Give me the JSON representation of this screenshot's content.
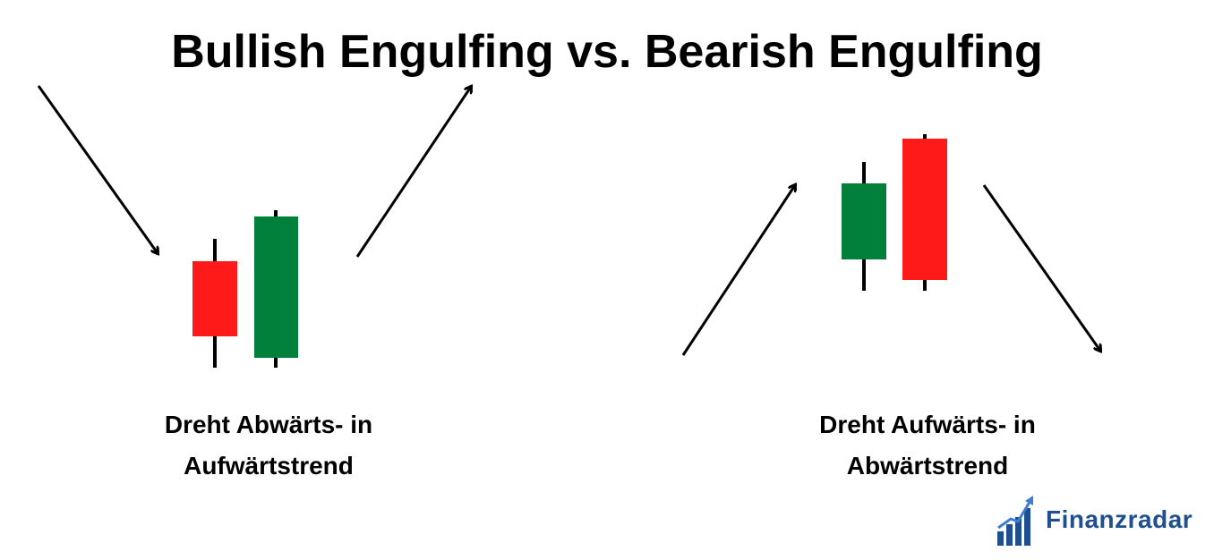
{
  "title": "Bullish Engulfing vs. Bearish Engulfing",
  "bullish": {
    "caption_line1": "Dreht Abwärts- in",
    "caption_line2": "Aufwärtstrend",
    "candles": [
      {
        "role": "first",
        "color": "#ff1a1a"
      },
      {
        "role": "engulfing",
        "color": "#00803a"
      }
    ]
  },
  "bearish": {
    "caption_line1": "Dreht Aufwärts- in",
    "caption_line2": "Abwärtstrend",
    "candles": [
      {
        "role": "first",
        "color": "#00803a"
      },
      {
        "role": "engulfing",
        "color": "#ff1a1a"
      }
    ]
  },
  "brand": {
    "name": "Finanzradar",
    "color": "#1f4f8f",
    "icon": "bar-chart-arrow-icon"
  },
  "colors": {
    "bullish_green": "#00803a",
    "bearish_red": "#ff1a1a"
  }
}
